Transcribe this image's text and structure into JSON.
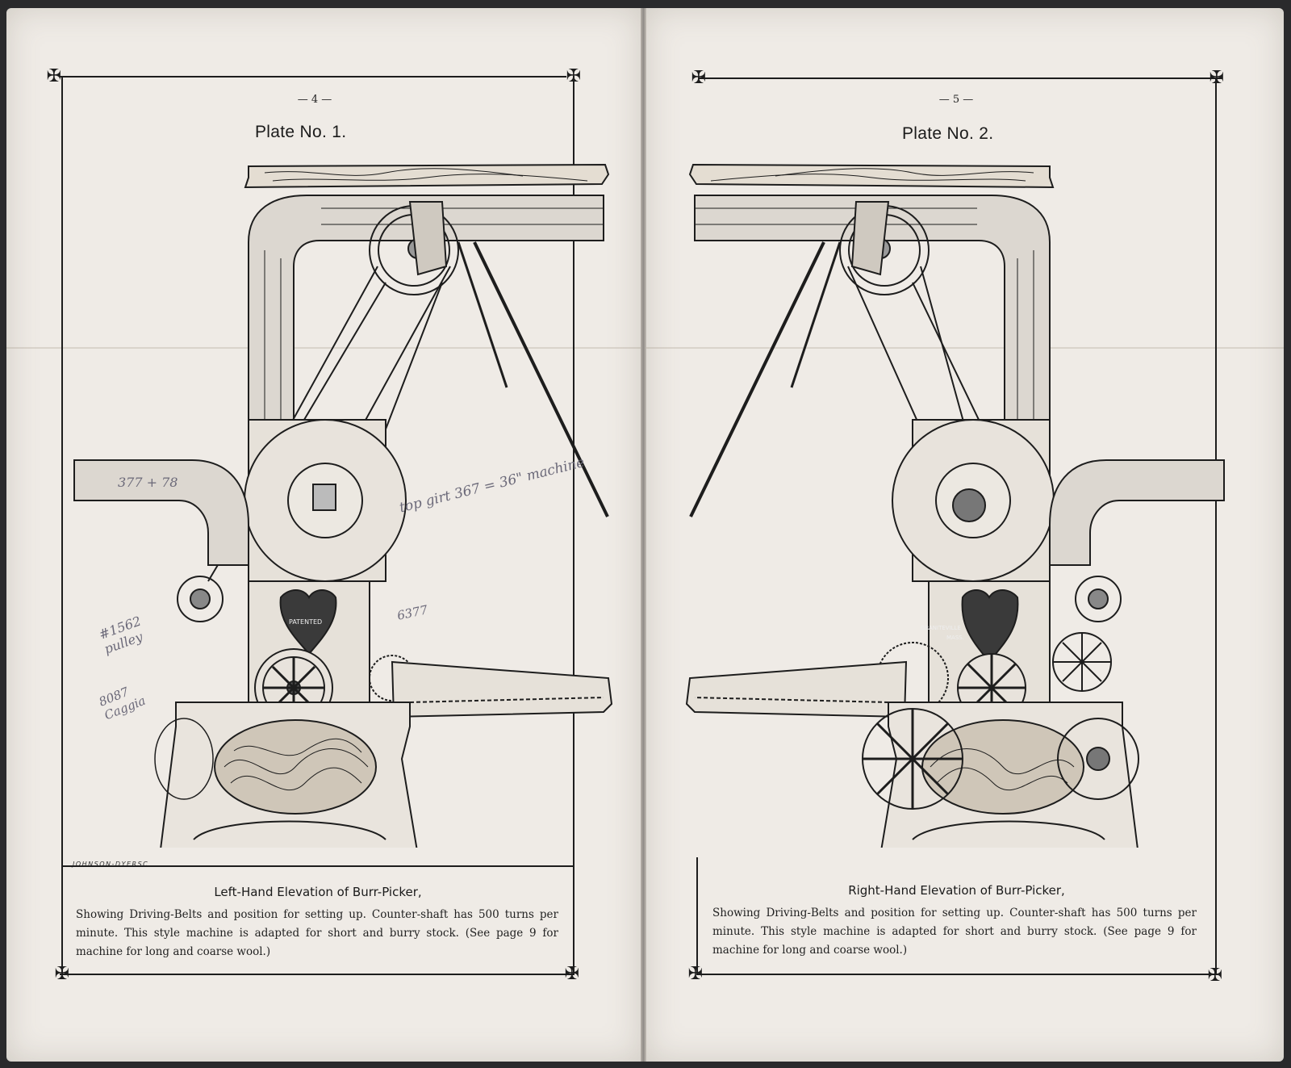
{
  "left_page": {
    "page_number": "— 4 —",
    "plate_title": "Plate No. 1.",
    "engraver": "JOHNSON-DYERSC.",
    "caption_title": "Left-Hand Elevation of Burr-Picker,",
    "caption_text": "Showing Driving-Belts and position for setting up. Counter-shaft has 500 turns per minute. This style machine is adapted for short and burry stock. (See page 9 for machine for long and coarse wool.)",
    "emblem_text": "PATENTED",
    "handwritten": {
      "note_1": "377 + 78",
      "note_2": "top girt 367 = 36\" machine",
      "note_3": "#1562 pulley",
      "note_4": "6377",
      "note_5": "8087 Caggia"
    }
  },
  "right_page": {
    "page_number": "— 5 —",
    "plate_title": "Plate No. 2.",
    "caption_title": "Right-Hand Elevation of Burr-Picker,",
    "caption_text": "Showing Driving-Belts and position for setting up. Counter-shaft has 500 turns per minute. This style machine is adapted for short and burry stock. (See page 9 for machine for long and coarse wool.)",
    "emblem_text_1": "GRANITEVILLE",
    "emblem_text_2": "MASS."
  },
  "colors": {
    "paper": "#efebe6",
    "ink": "#1d1d1d",
    "pencil": "#6a6878",
    "background": "#2a2a2c"
  }
}
